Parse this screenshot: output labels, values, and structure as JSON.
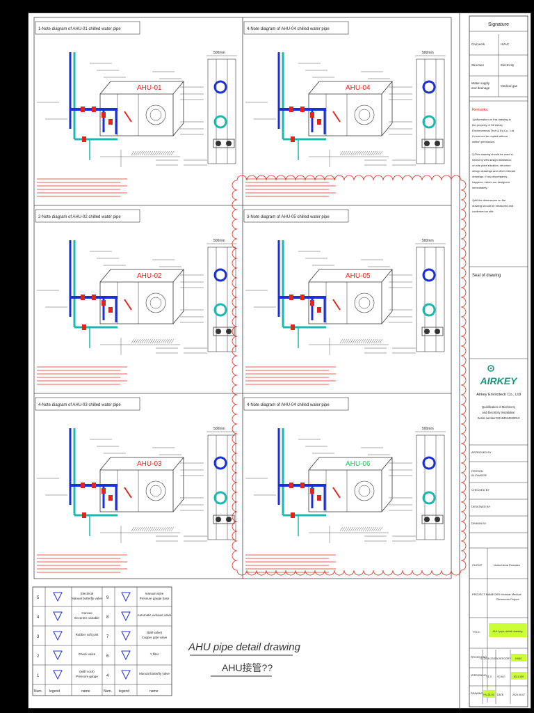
{
  "panels": [
    {
      "title": "1-Note diagram of AHU-01 chilled water pipe",
      "unit": "AHU-01",
      "unit_color": "#e0261c"
    },
    {
      "title": "4-Note diagram of AHU-04 chilled water pipe",
      "unit": "AHU-04",
      "unit_color": "#e0261c"
    },
    {
      "title": "2-Note diagram of AHU-02 chilled water pipe",
      "unit": "AHU-02",
      "unit_color": "#e0261c"
    },
    {
      "title": "3-Note diagram of AHU-05 chilled water pipe",
      "unit": "AHU-05",
      "unit_color": "#e0261c"
    },
    {
      "title": "4-Note diagram of AHU-03 chilled water pipe",
      "unit": "AHU-03",
      "unit_color": "#e0261c"
    },
    {
      "title": "4-Note diagram of AHU-04 chilled water pipe",
      "unit": "AHU-06",
      "unit_color": "#22c55e"
    }
  ],
  "dim_label": "500mm",
  "legend": {
    "headers": {
      "num": "Num.",
      "legend": "legend",
      "name": "name"
    },
    "rows": [
      {
        "n1": "5",
        "name1": "Electrical\nManual butterfly valve",
        "n2": "9",
        "name2": "manual valve\nPressure gauge base"
      },
      {
        "n1": "4",
        "name1": "Canvas\nEccentric variable",
        "n2": "8",
        "name2": "Automatic exhaust valve"
      },
      {
        "n1": "3",
        "name1": "Rubber soft joint",
        "n2": "7",
        "name2": "(Ball valve)\nCopper gate valve"
      },
      {
        "n1": "2",
        "name1": "Check valve",
        "n2": "6",
        "name2": "Y filter"
      },
      {
        "n1": "1",
        "name1": "(with cock)\nPressure gauge",
        "n2": "4",
        "name2": "Manual butterfly valve"
      }
    ]
  },
  "drawing_title": {
    "en": "AHU pipe detail drawing",
    "cn": "AHU接管??"
  },
  "title_block": {
    "signature_header": "Signature",
    "sig_rows": [
      {
        "a": "Civil work",
        "b": "HVAC"
      },
      {
        "a": "Structure",
        "b": "Electricity"
      },
      {
        "a": "Water supply and drainage",
        "b": "Medical gas"
      }
    ],
    "remarks_title": "Remarks:",
    "remarks": [
      "1)Information on this drawing is the property of SZ Airkey Environmental Tech & Eq Co., Ltd. It must not be copied without written permission.",
      "2)This drawing should be used in harmony with design illustration, on-site plant situation, structure design drawings and other relevant drawings. If any discrepancy happens, inform our designers immediately.",
      "3)All the dimensions on the drawing should be measured and confirmed on site."
    ],
    "seal_label": "Seal of drawing",
    "company_logo": "AIRKEY",
    "company_name": "Airkey Envirotech Co., Ltd",
    "qualification": "Qualification of Machinery and Electricity Installation Serial number:D2184044320013",
    "approvals": [
      "APPROVED BY",
      "PERSON IN CHARGE",
      "CHECKED BY",
      "DESIGNED BY",
      "DRAWN BY"
    ],
    "client_label": "CLIENT",
    "client_value": "United Arab Emirates",
    "project_label": "PROJECT NAME",
    "project_value": "OSD Modular Medical Cleanroom Project",
    "title_label": "TITLE",
    "title_value": "AHU pipe detail drawing",
    "project_no_label": "PROJECT NO.",
    "project_no": "SC2018-22402",
    "category_label": "CATEGORY",
    "category": "HVAC",
    "version_label": "VERSION NO.",
    "version": "V1.0",
    "scale_label": "SCALE",
    "scale": "A3-1:100",
    "drawing_no_label": "DRAWING NO.",
    "drawing_no": "HV-28-03",
    "date_label": "DATE",
    "date": "2024.08.07"
  },
  "colors": {
    "red": "#e0261c",
    "blue": "#1a2fd6",
    "cyan": "#19b9b0",
    "green": "#22c55e",
    "highlight": "#ccff33"
  }
}
